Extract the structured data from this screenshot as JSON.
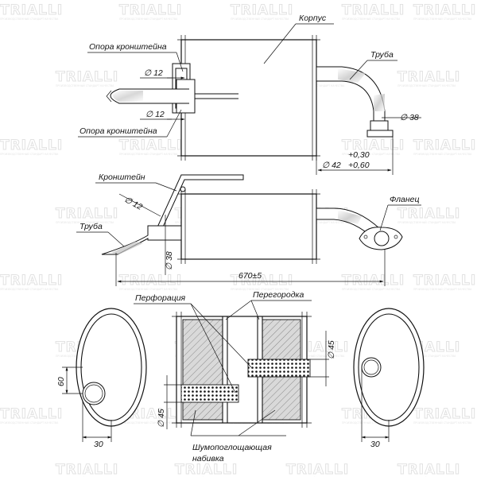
{
  "watermark": {
    "brand": "TRIALLI",
    "subtitle": "ПРОИЗВОДСТВЕННЫЙ СТАНДАРТ КАЧЕСТВА"
  },
  "labels": {
    "korpus": "Корпус",
    "opora_top": "Опора кронштейна",
    "opora_bottom": "Опора кронштейна",
    "truba_top": "Труба",
    "kronshtein": "Кронштейн",
    "flanets": "Фланец",
    "truba_bottom": "Труба",
    "perforatsiya": "Перфорация",
    "peregorodka": "Перегородка",
    "noise_line1": "Шумопоглощающая",
    "noise_line2": "набивка"
  },
  "dimensions": {
    "d12_a": "∅ 12",
    "d12_b": "∅ 12",
    "d38_top": "∅ 38",
    "tol_upper": "+0,30",
    "d42": "∅ 42",
    "tol_lower": "+0,60",
    "d12_c": "∅ 12",
    "d38_side": "∅ 38",
    "length": "670±5",
    "d45_right": "∅ 45",
    "d45_left": "∅ 45",
    "h60": "60",
    "w30_left": "30",
    "w30_right": "30"
  }
}
